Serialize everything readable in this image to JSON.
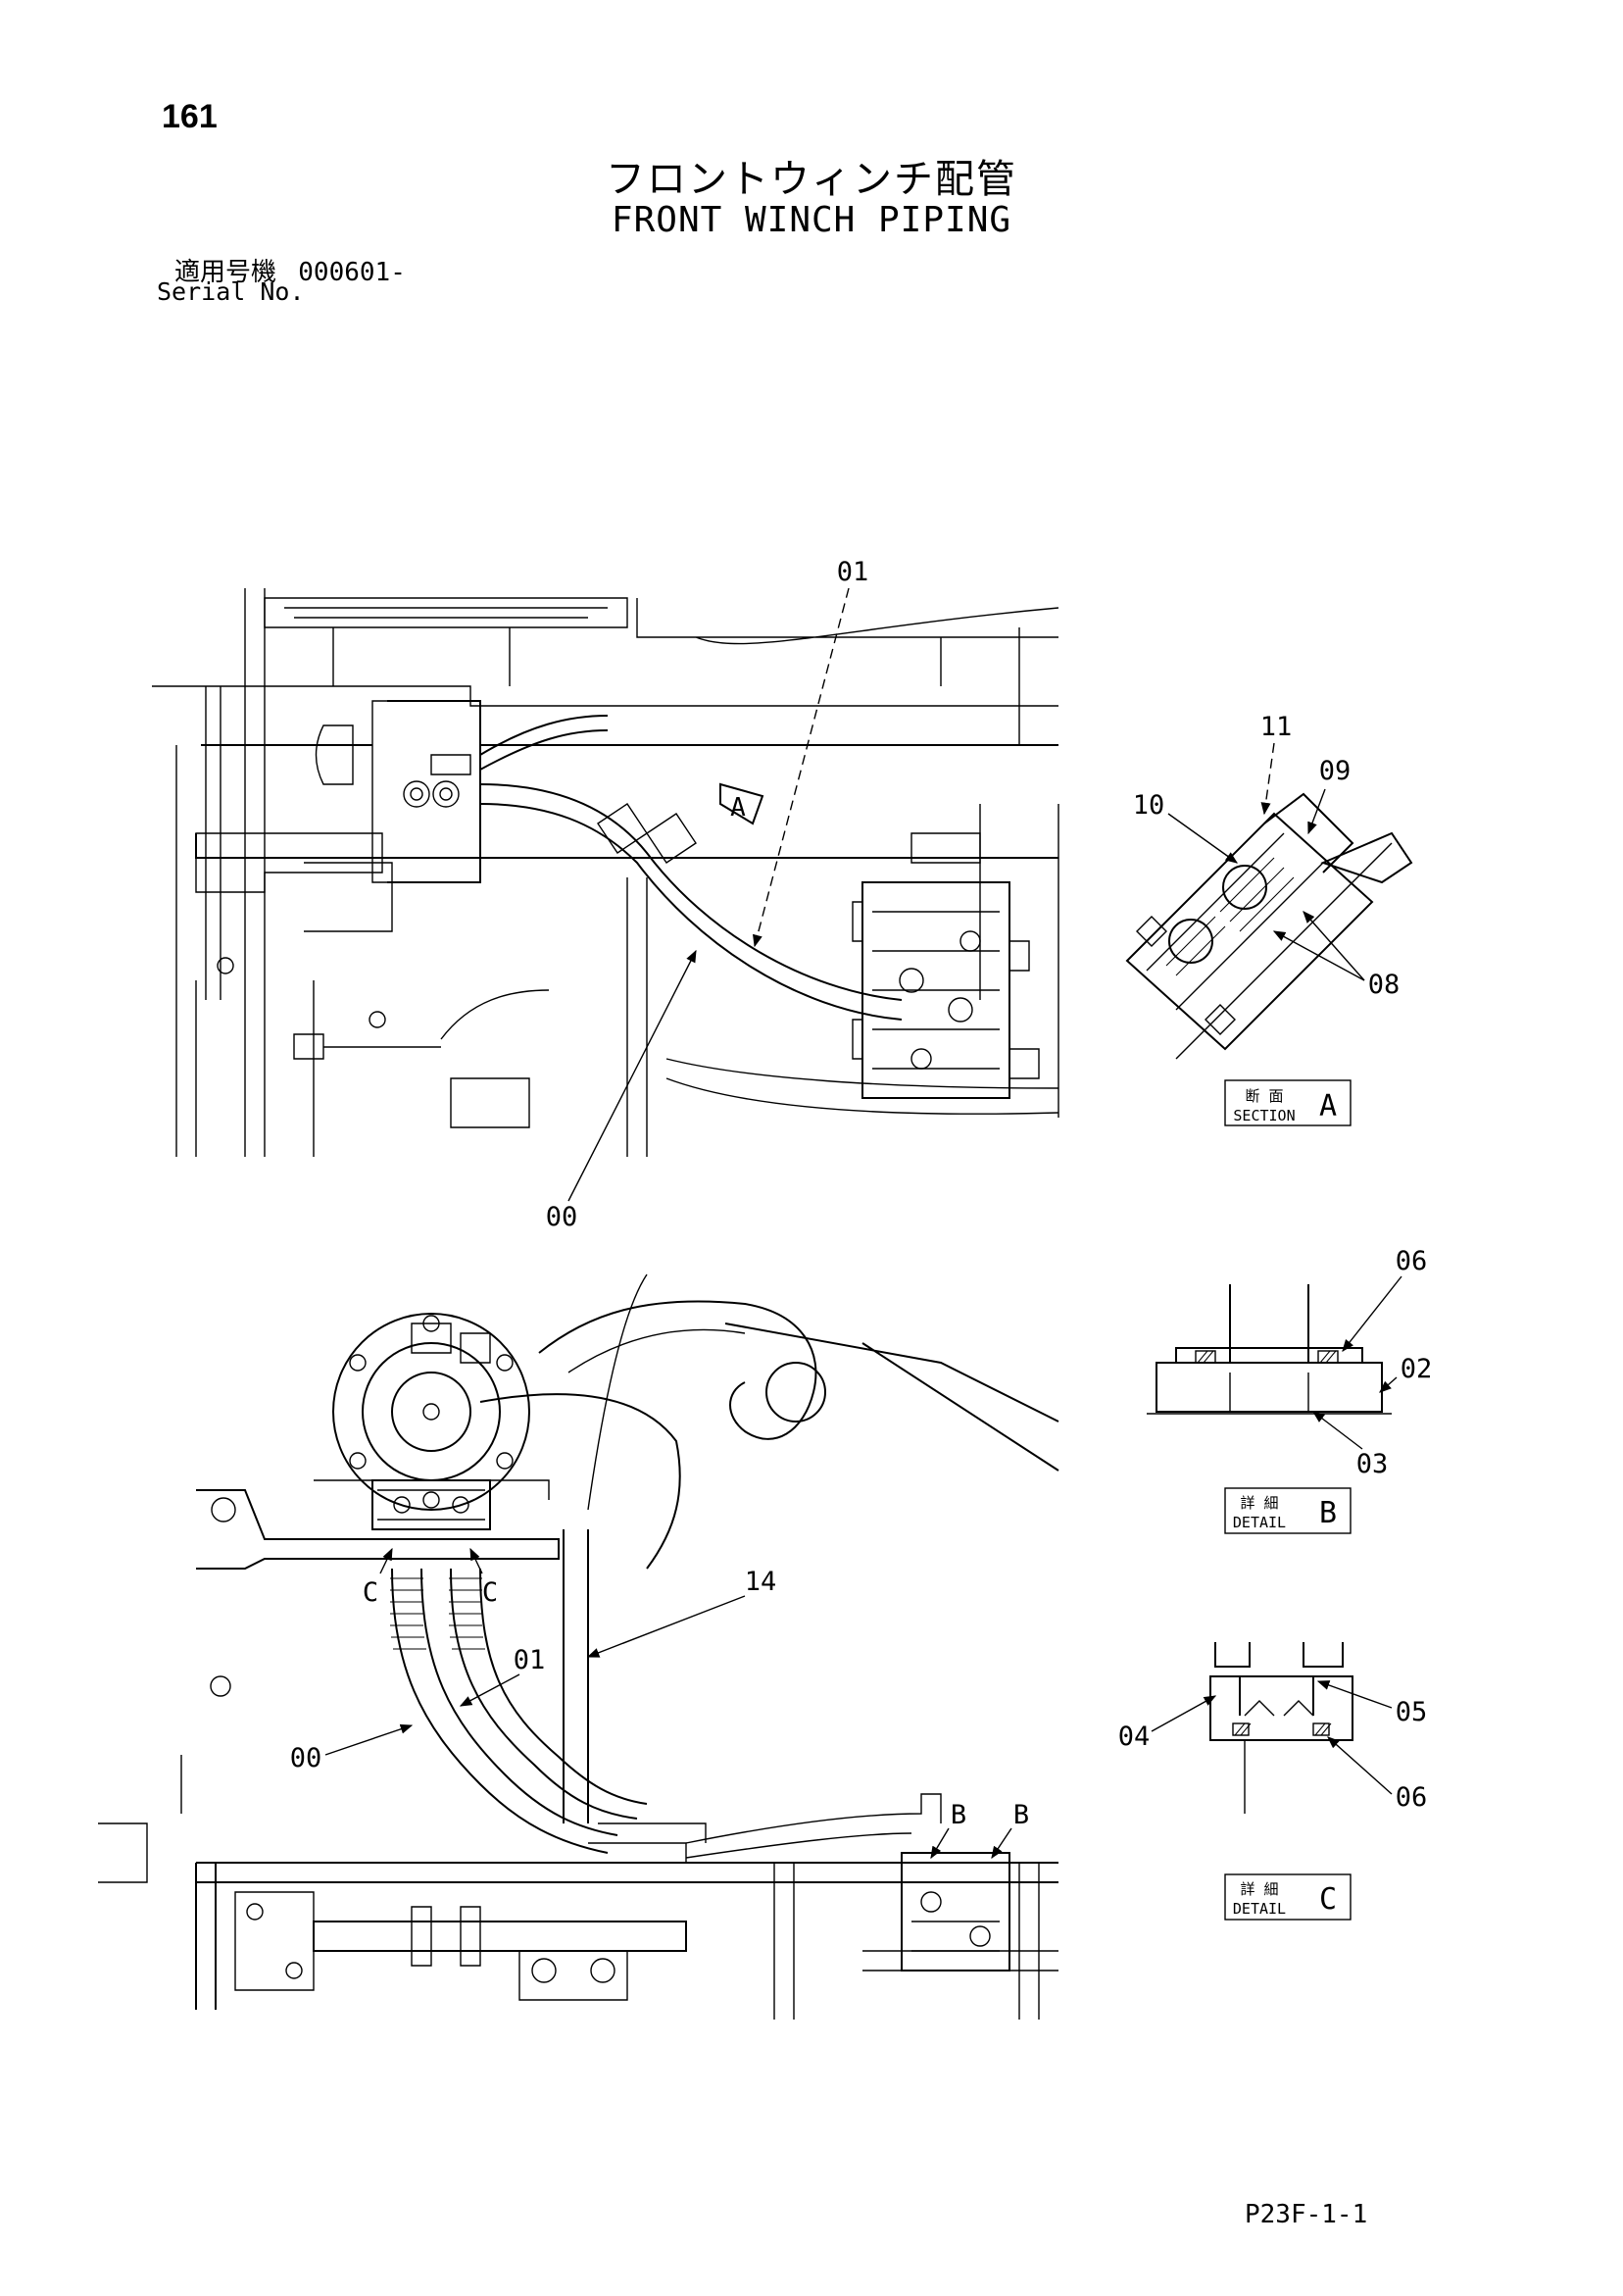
{
  "page": {
    "number": "161",
    "title_jp": "フロントウィンチ配管",
    "title_en": "FRONT WINCH PIPING",
    "serial_label_jp": "適用号機",
    "serial_value": "000601-",
    "serial_label_en": "Serial No.",
    "page_code": "P23F-1-1"
  },
  "callouts": {
    "top_01": "01",
    "top_00": "00",
    "view_a": "A",
    "sec_11": "11",
    "sec_10": "10",
    "sec_09": "09",
    "sec_08": "08",
    "det_06a": "06",
    "det_02": "02",
    "det_03": "03",
    "det_05": "05",
    "det_04": "04",
    "det_06b": "06",
    "bot_14": "14",
    "bot_01": "01",
    "bot_00": "00",
    "bot_c1": "C",
    "bot_c2": "C",
    "bot_b1": "B",
    "bot_b2": "B"
  },
  "labels": {
    "section_a": {
      "jp": "断 面",
      "en": "SECTION",
      "letter": "A"
    },
    "detail_b": {
      "jp": "詳 細",
      "en": "DETAIL",
      "letter": "B"
    },
    "detail_c": {
      "jp": "詳 細",
      "en": "DETAIL",
      "letter": "C"
    }
  }
}
